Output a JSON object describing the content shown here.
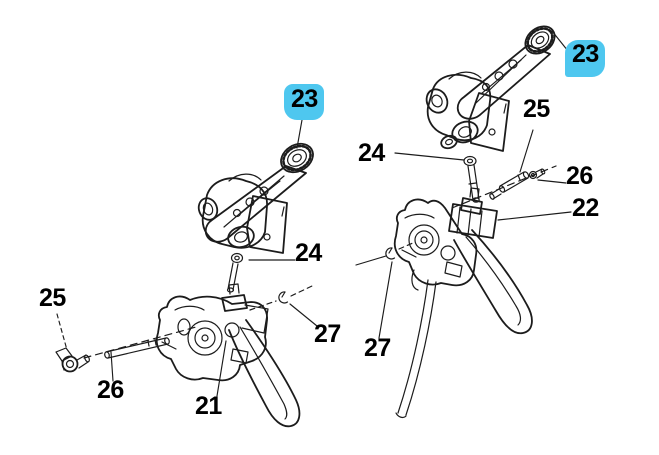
{
  "figure": {
    "type": "exploded-parts-diagram",
    "background_color": "#ffffff",
    "line_color": "#1c1c1c",
    "label_color": "#000000",
    "highlight_color": "#4ec7ef"
  },
  "callouts": [
    {
      "id": "left-23",
      "text": "23",
      "highlighted": true
    },
    {
      "id": "left-24",
      "text": "24",
      "highlighted": false
    },
    {
      "id": "left-25",
      "text": "25",
      "highlighted": false
    },
    {
      "id": "left-26",
      "text": "26",
      "highlighted": false
    },
    {
      "id": "left-21",
      "text": "21",
      "highlighted": false
    },
    {
      "id": "left-27",
      "text": "27",
      "highlighted": false
    },
    {
      "id": "right-23",
      "text": "23",
      "highlighted": true
    },
    {
      "id": "right-25",
      "text": "25",
      "highlighted": false
    },
    {
      "id": "right-24",
      "text": "24",
      "highlighted": false
    },
    {
      "id": "right-26",
      "text": "26",
      "highlighted": false
    },
    {
      "id": "right-22",
      "text": "22",
      "highlighted": false
    },
    {
      "id": "right-27",
      "text": "27",
      "highlighted": false
    }
  ]
}
